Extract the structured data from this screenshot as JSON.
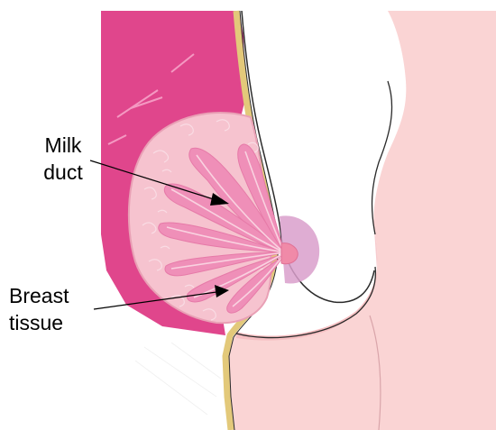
{
  "labels": {
    "milk_duct": {
      "line1": "Milk",
      "line2": "duct"
    },
    "breast_tissue": {
      "line1": "Breast",
      "line2": "tissue"
    }
  },
  "colors": {
    "chest_wall": "#e0468c",
    "skin": "#fad4d4",
    "skin_shadow": "#f4b7bb",
    "skin_outline": "#e3c97a",
    "fat_tissue": "#f6c3cf",
    "gland": "#ef8fb8",
    "areola": "#d99fcb",
    "nipple": "#f08aa8",
    "outline": "#2a2a2a",
    "label_text": "#000000"
  }
}
